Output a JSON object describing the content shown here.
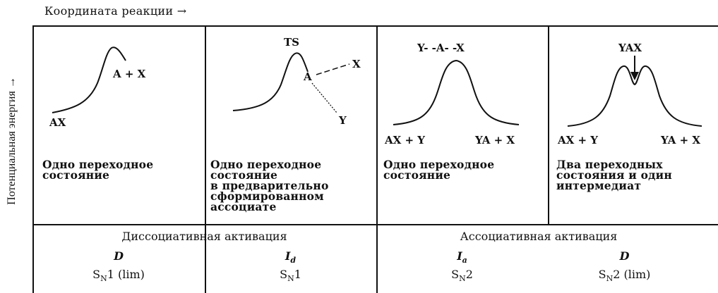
{
  "x_axis_title": "Координата реакции →",
  "y_axis_title": "Потенциальная энергия →",
  "panels": [
    {
      "labels": {
        "peak": "A + X",
        "start": "AX"
      },
      "description": [
        "Одно переходное",
        "состояние"
      ]
    },
    {
      "labels": {
        "ts": "TS",
        "a": "A",
        "x": "X",
        "y": "Y"
      },
      "description": [
        "Одно переходное",
        "состояние",
        "в предварительно",
        "сформированном",
        "ассоциате"
      ]
    },
    {
      "labels": {
        "top": "Y- -A- -X",
        "left": "AX + Y",
        "right": "YA + X"
      },
      "description": [
        "Одно переходное",
        "состояние"
      ]
    },
    {
      "labels": {
        "top": "YAX",
        "left": "AX + Y",
        "right": "YA + X"
      },
      "description": [
        "Два переходных",
        "состояния и один",
        "интермедиат"
      ]
    }
  ],
  "activation": {
    "dissociative": "Диссоциативная активация",
    "associative": "Ассоциативная активация"
  },
  "mechanism_symbols": [
    {
      "base": "D",
      "sub": ""
    },
    {
      "base": "I",
      "sub": "d"
    },
    {
      "base": "I",
      "sub": "a"
    },
    {
      "base": "D",
      "sub": ""
    }
  ],
  "sn_labels": [
    {
      "base": "S",
      "sub": "N",
      "rest": "1 (lim)"
    },
    {
      "base": "S",
      "sub": "N",
      "rest": "1"
    },
    {
      "base": "S",
      "sub": "N",
      "rest": "2"
    },
    {
      "base": "S",
      "sub": "N",
      "rest": "2 (lim)"
    }
  ]
}
